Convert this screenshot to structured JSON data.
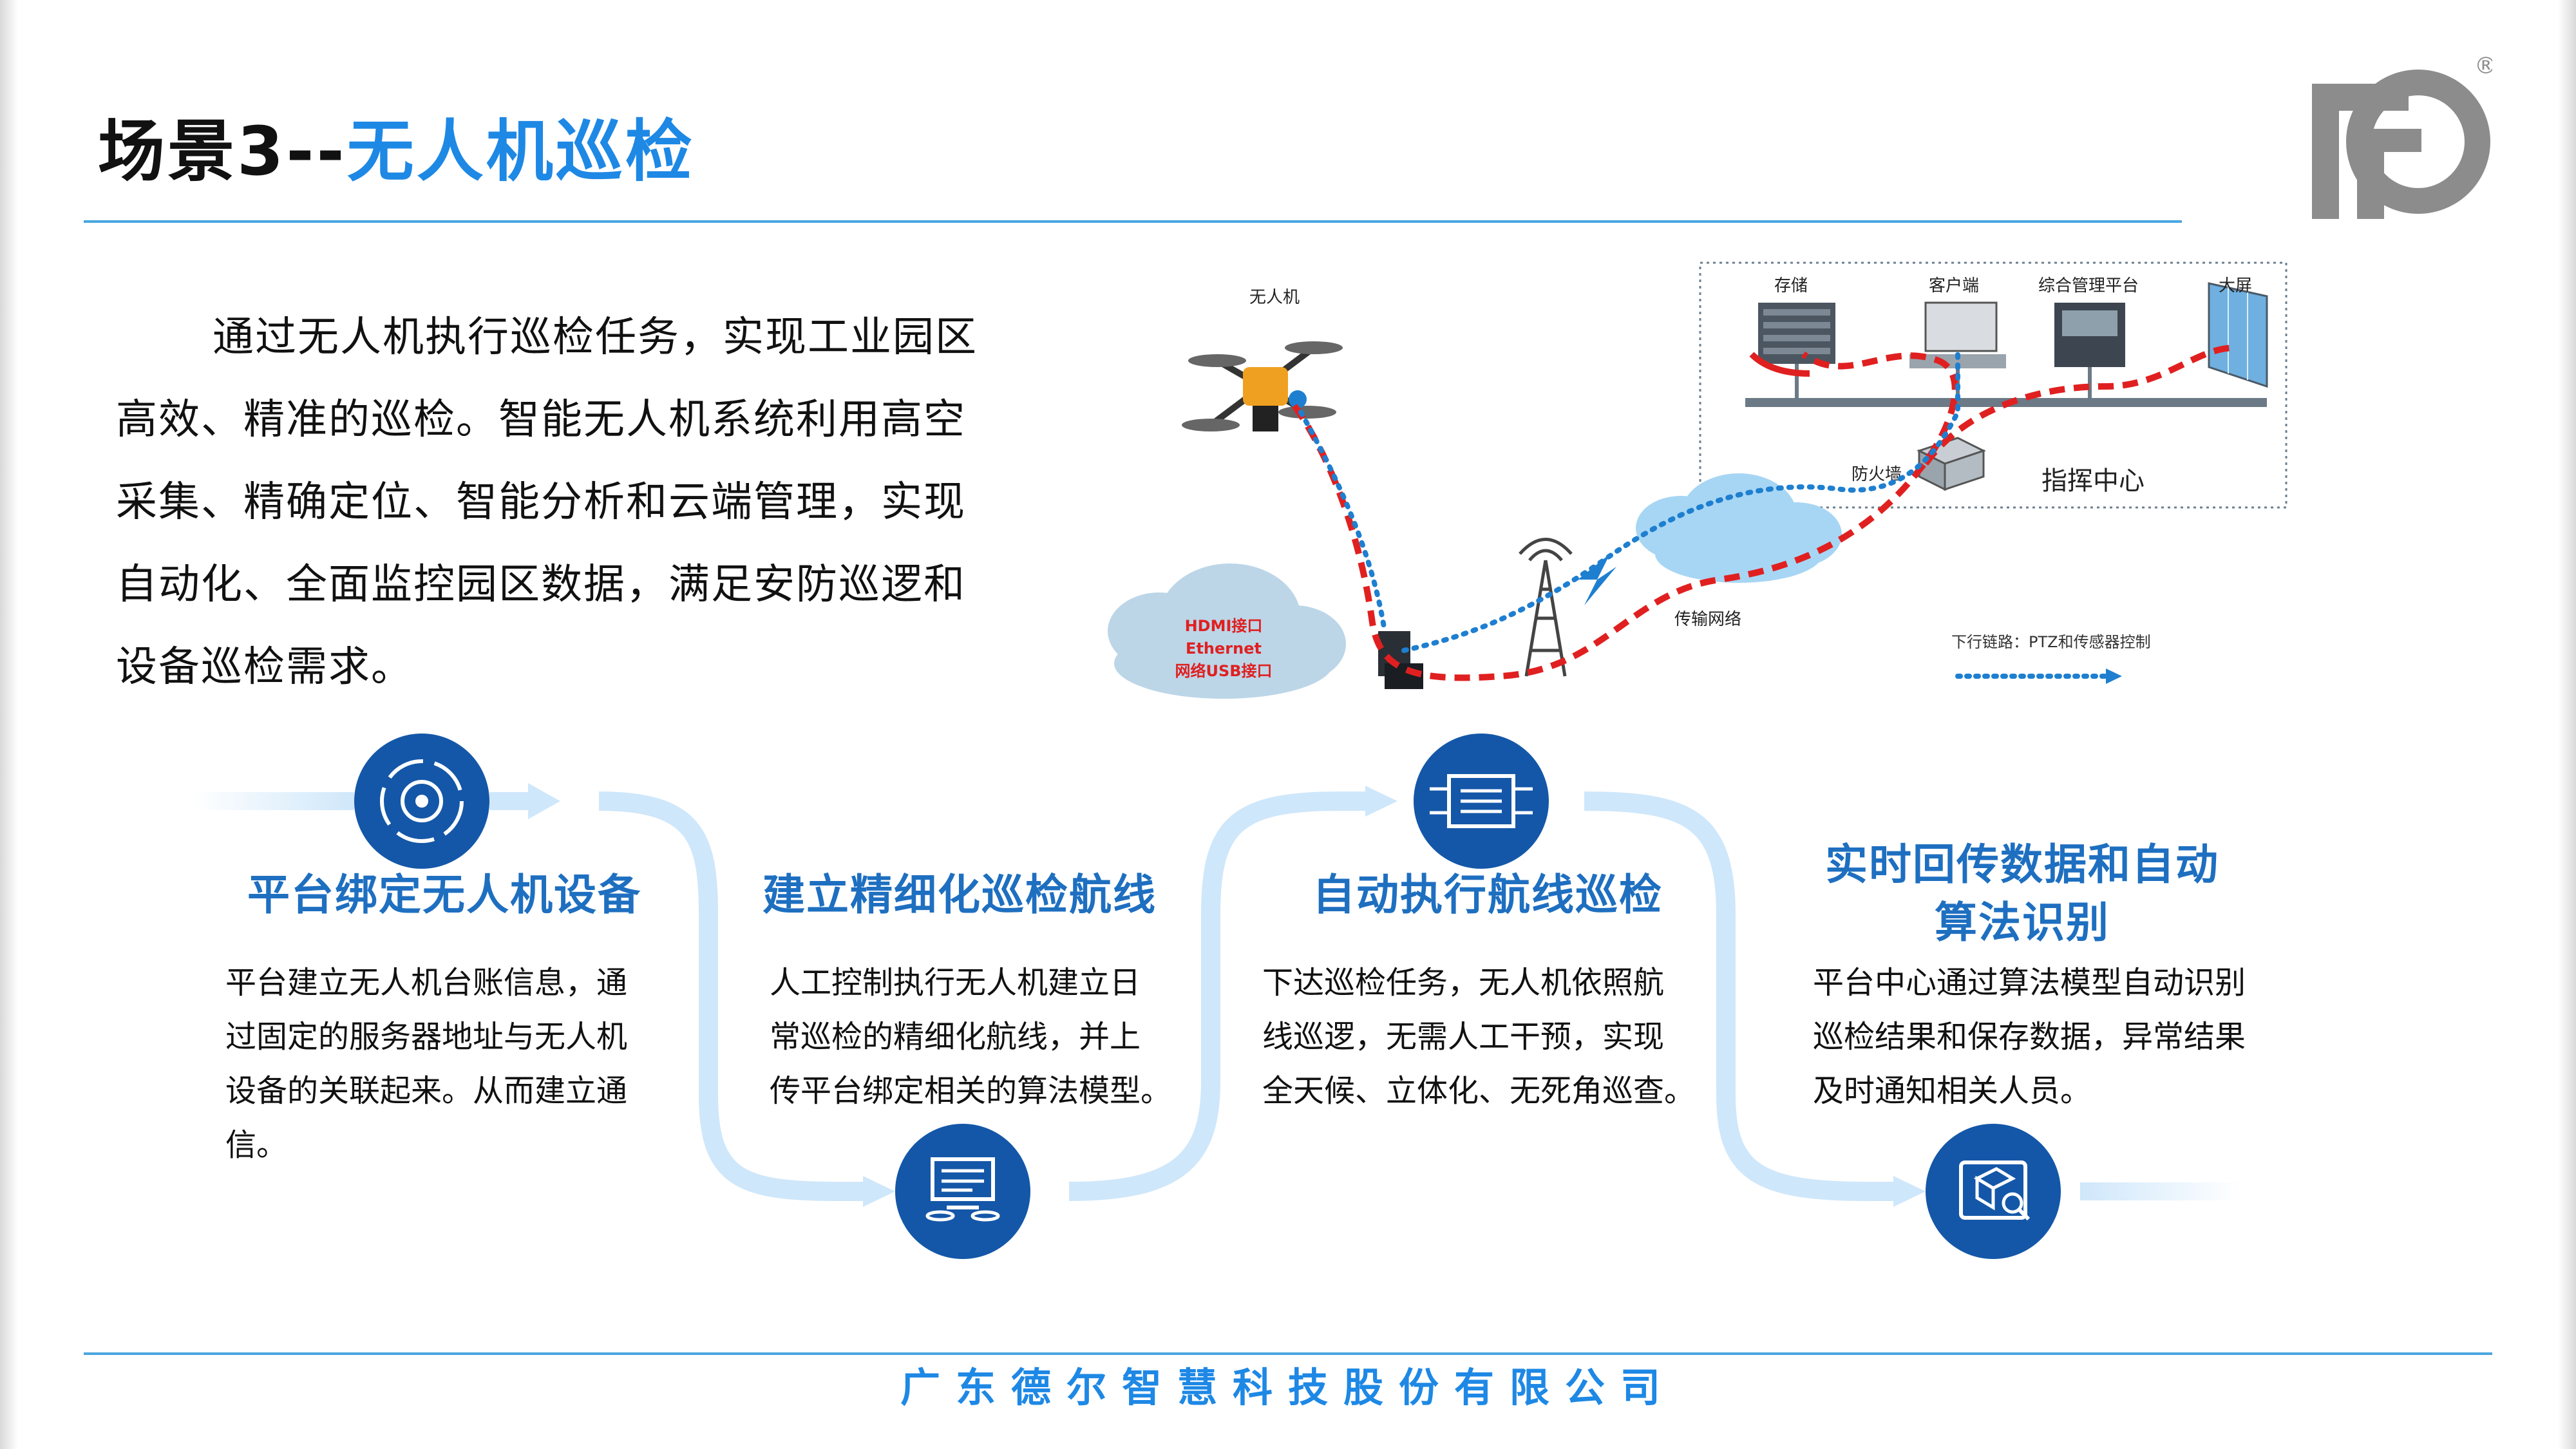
{
  "header": {
    "title_prefix": "场景3--",
    "title_main": "无人机巡检"
  },
  "logo": {
    "registered_mark": "®"
  },
  "intro": {
    "text": "通过无人机执行巡检任务，实现工业园区高效、精准的巡检。智能无人机系统利用高空采集、精确定位、智能分析和云端管理，实现自动化、全面监控园区数据，满足安防巡逻和设备巡检需求。"
  },
  "diagram": {
    "drone_label": "无人机",
    "cloud_lines": [
      "HDMI接口",
      "Ethernet",
      "网络USB接口"
    ],
    "storage_label": "存储",
    "client_label": "客户端",
    "platform_label": "综合管理平台",
    "screen_label": "大屏",
    "firewall_label": "防火墙",
    "command_label": "指挥中心",
    "network_label": "传输网络",
    "downlink_label": "下行链路：PTZ和传感器控制"
  },
  "steps": [
    {
      "title": "平台绑定无人机设备",
      "icon": "gear-cycle-icon",
      "desc": [
        "平台建立无人机台账信息，通",
        "过固定的服务器地址与无人机",
        "设备的关联起来。从而建立通",
        "信。"
      ]
    },
    {
      "title": "建立精细化巡检航线",
      "icon": "drone-route-icon",
      "desc": [
        "人工控制执行无人机建立日",
        "常巡检的精细化航线，并上",
        "传平台绑定相关的算法模型。"
      ]
    },
    {
      "title": "自动执行航线巡检",
      "icon": "circuit-chip-icon",
      "desc": [
        "下达巡检任务，无人机依照航",
        "线巡逻，无需人工干预，实现",
        "全天候、立体化、无死角巡查。"
      ]
    },
    {
      "title_lines": [
        "实时回传数据和自动",
        "算法识别"
      ],
      "icon": "data-search-icon",
      "desc": [
        "平台中心通过算法模型自动识别",
        "巡检结果和保存数据，异常结果",
        "及时通知相关人员。"
      ]
    }
  ],
  "footer": {
    "company": "广东德尔智慧科技股份有限公司"
  },
  "colors": {
    "accent": "#1e88e5",
    "step_title": "#1e6fc0",
    "icon_circle": "#1457a8",
    "flow": "#cfe7fa",
    "route_red": "#e02020",
    "route_blue": "#1e7fd0"
  }
}
